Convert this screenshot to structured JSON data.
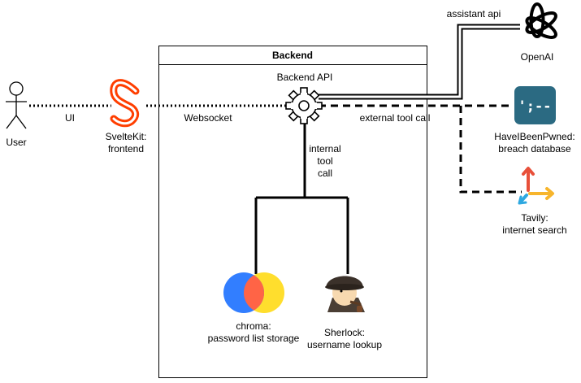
{
  "backend_title": "Backend",
  "nodes": {
    "user": "User",
    "sveltekit": [
      "SvelteKit:",
      "frontend"
    ],
    "backend_api": "Backend API",
    "openai": "OpenAI",
    "hibp": [
      "HaveIBeenPwned:",
      "breach database"
    ],
    "tavily": [
      "Tavily:",
      "internet search"
    ],
    "chroma": [
      "chroma:",
      "password list storage"
    ],
    "sherlock": [
      "Sherlock:",
      "username lookup"
    ]
  },
  "edges": {
    "ui": "UI",
    "websocket": "Websocket",
    "assistant_api": "assistant api",
    "external_tool_call": "external tool call",
    "internal_tool_call": [
      "internal",
      "tool",
      "call"
    ]
  },
  "hibp_logo_glyph": "';--",
  "colors": {
    "svelte": "#ff3e00",
    "hibp_bg": "#2b6a82",
    "chroma_blue": "#327eff",
    "chroma_red": "#ff6446",
    "chroma_yellow": "#ffde2d",
    "tavily_red": "#e8503a",
    "tavily_orange": "#f7b52c",
    "tavily_blue": "#2ea8e0"
  },
  "icons": [
    "user-icon",
    "svelte-logo",
    "gear-icon",
    "openai-logo",
    "hibp-logo",
    "tavily-logo",
    "chroma-logo",
    "sherlock-icon"
  ]
}
